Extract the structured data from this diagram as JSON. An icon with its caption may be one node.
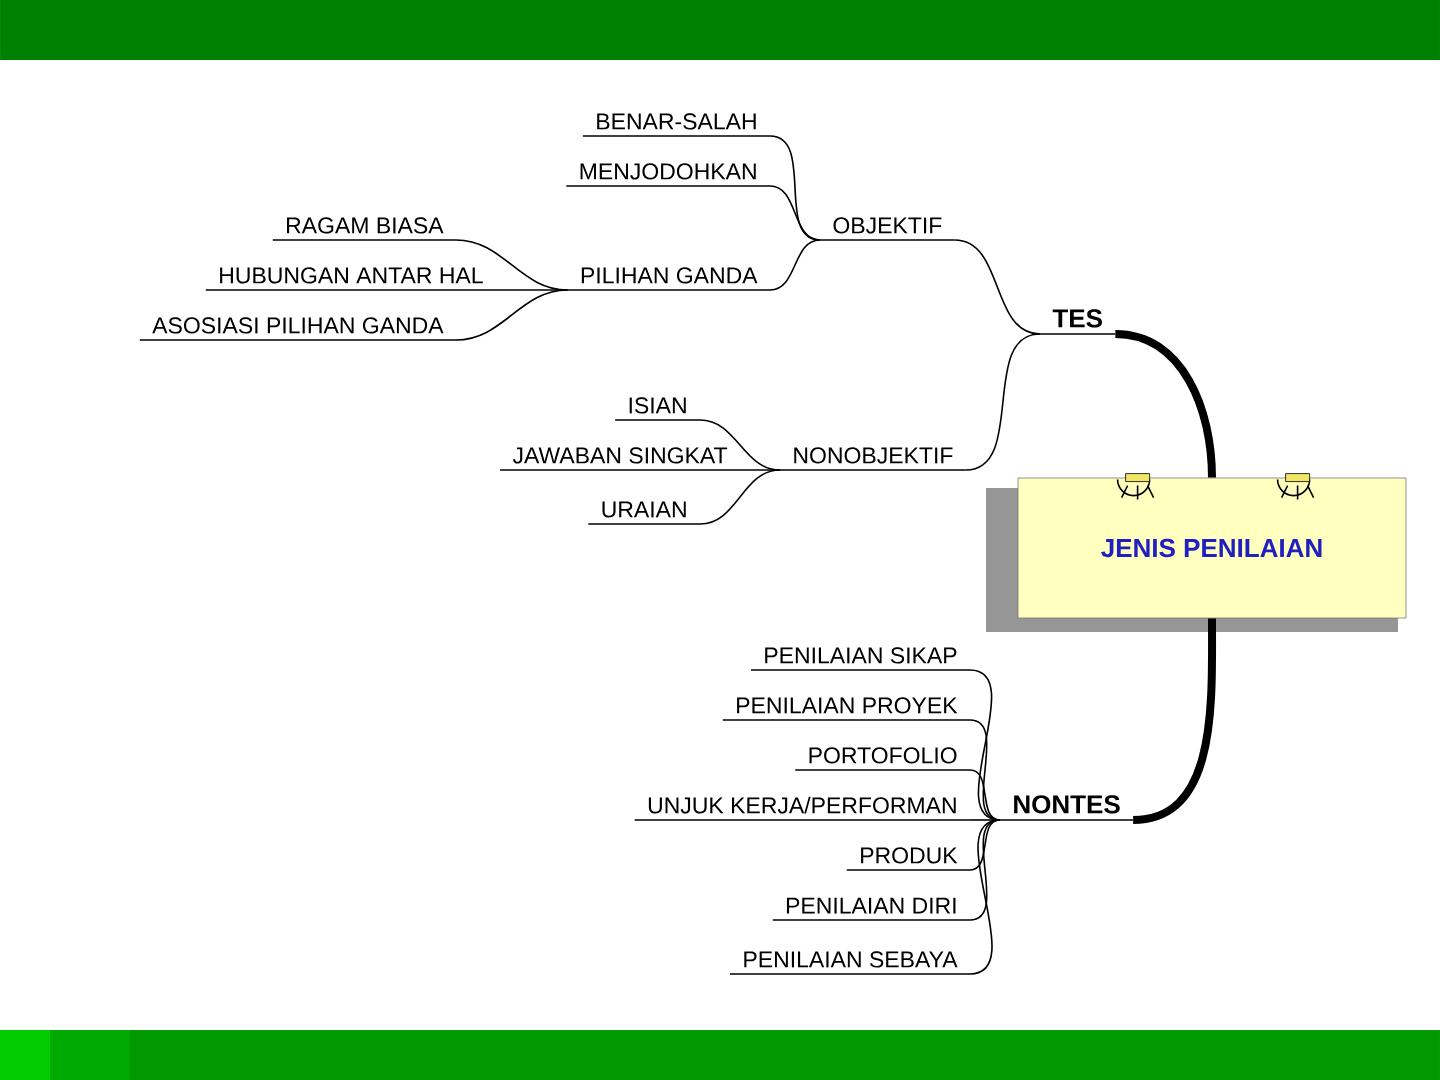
{
  "diagram": {
    "nodes": [
      {
        "text": [
          "JENIS PENILAIAN"
        ]
      },
      {
        "text": [
          "TES"
        ]
      },
      {
        "text": [
          "OBJEKTIF"
        ]
      },
      {
        "text": [
          "BENAR-SALAH"
        ]
      },
      {
        "text": [
          "MENJODOHKAN"
        ]
      },
      {
        "text": [
          "PILIHAN GANDA"
        ]
      },
      {
        "text": [
          "RAGAM BIASA"
        ]
      },
      {
        "text": [
          "HUBUNGAN ANTAR HAL"
        ]
      },
      {
        "text": [
          "ASOSIASI PILIHAN GANDA"
        ]
      },
      {
        "text": [
          "NONOBJEKTIF"
        ]
      },
      {
        "text": [
          "ISIAN"
        ]
      },
      {
        "text": [
          "JAWABAN SINGKAT"
        ]
      },
      {
        "text": [
          "URAIAN"
        ]
      },
      {
        "text": [
          "NONTES"
        ]
      },
      {
        "text": [
          "PENILAIAN SIKAP"
        ]
      },
      {
        "text": [
          "PENILAIAN PROYEK"
        ]
      },
      {
        "text": [
          "PORTOFOLIO"
        ]
      },
      {
        "text": [
          "UNJUK KERJA/PERFORMAN"
        ]
      },
      {
        "text": [
          "PRODUK"
        ]
      },
      {
        "text": [
          "PENILAIAN DIRI"
        ]
      },
      {
        "text": [
          "PENILAIAN SEBAYA"
        ]
      }
    ],
    "edges": [
      {
        "from": 0,
        "to": 1,
        "arrow": "none",
        "style": "thick"
      },
      {
        "from": 1,
        "to": 2,
        "arrow": "none"
      },
      {
        "from": 2,
        "to": 3,
        "arrow": "none"
      },
      {
        "from": 2,
        "to": 4,
        "arrow": "none"
      },
      {
        "from": 2,
        "to": 5,
        "arrow": "none"
      },
      {
        "from": 5,
        "to": 6,
        "arrow": "none"
      },
      {
        "from": 5,
        "to": 7,
        "arrow": "none"
      },
      {
        "from": 5,
        "to": 8,
        "arrow": "none"
      },
      {
        "from": 1,
        "to": 9,
        "arrow": "none"
      },
      {
        "from": 9,
        "to": 10,
        "arrow": "none"
      },
      {
        "from": 9,
        "to": 11,
        "arrow": "none"
      },
      {
        "from": 9,
        "to": 12,
        "arrow": "none"
      },
      {
        "from": 0,
        "to": 13,
        "arrow": "none",
        "style": "thick"
      },
      {
        "from": 13,
        "to": 14,
        "arrow": "none"
      },
      {
        "from": 13,
        "to": 15,
        "arrow": "none"
      },
      {
        "from": 13,
        "to": 16,
        "arrow": "none"
      },
      {
        "from": 13,
        "to": 17,
        "arrow": "none"
      },
      {
        "from": 13,
        "to": 18,
        "arrow": "none"
      },
      {
        "from": 13,
        "to": 19,
        "arrow": "none"
      },
      {
        "from": 13,
        "to": 20,
        "arrow": "none"
      }
    ]
  }
}
